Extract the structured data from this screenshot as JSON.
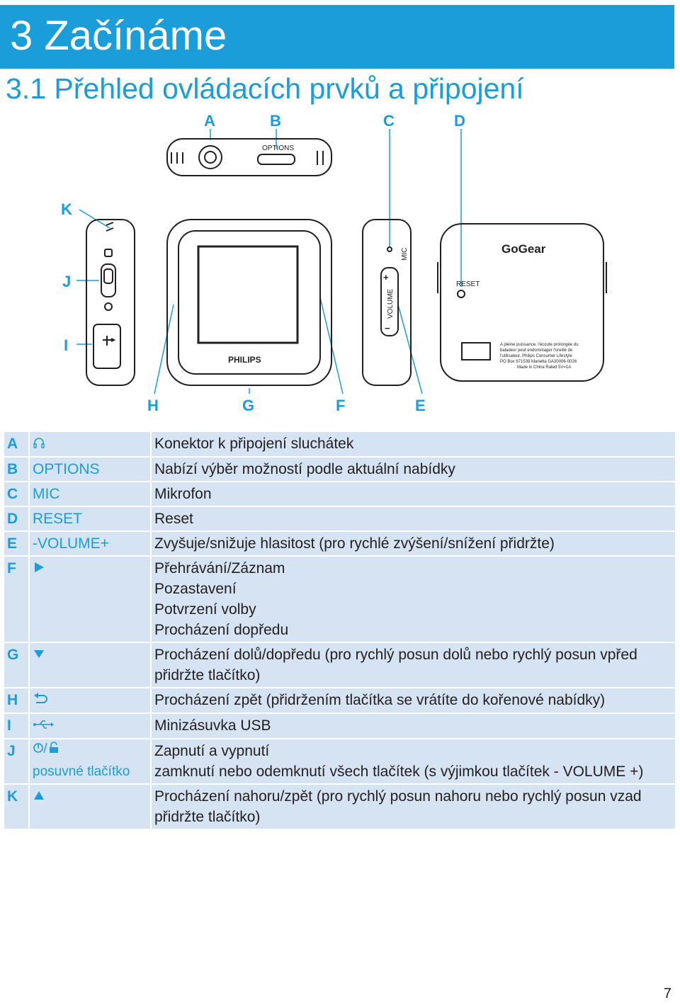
{
  "chapter": {
    "title": "3  Začínáme"
  },
  "section": {
    "title": "3.1  Přehled ovládacích prvků a připojení"
  },
  "figure": {
    "callouts": [
      "A",
      "B",
      "C",
      "D",
      "K",
      "J",
      "I",
      "H",
      "G",
      "F",
      "E"
    ],
    "labels": {
      "options": "OPTIONS",
      "mic": "MIC",
      "volume": "VOLUME",
      "reset": "RESET",
      "brand": "PHILIPS",
      "logo": "GoGear"
    },
    "back_text": [
      "A pleine puissance, l'écoute prolongée du",
      "baladeur peut endommager l'oreille de",
      "l'utilisateur.  Philips Consumer Lifestyle",
      "PO Box 671539 Marietta GA30006-0026",
      "Made in China Rated 5V=1A"
    ]
  },
  "controls": [
    {
      "letter": "A",
      "icon": "headphones-icon",
      "label": "",
      "desc": [
        "Konektor k připojení sluchátek"
      ]
    },
    {
      "letter": "B",
      "icon": "",
      "label": "OPTIONS",
      "desc": [
        "Nabízí výběr možností podle aktuální nabídky"
      ]
    },
    {
      "letter": "C",
      "icon": "",
      "label": "MIC",
      "desc": [
        "Mikrofon"
      ]
    },
    {
      "letter": "D",
      "icon": "",
      "label": "RESET",
      "desc": [
        "Reset"
      ]
    },
    {
      "letter": "E",
      "icon": "",
      "label": "-VOLUME+",
      "desc": [
        "Zvyšuje/snižuje hlasitost (pro rychlé zvýšení/snížení přidržte)"
      ]
    },
    {
      "letter": "F",
      "icon": "play-right-icon",
      "label": "",
      "desc": [
        "Přehrávání/Záznam",
        "Pozastavení",
        "Potvrzení volby",
        "Procházení dopředu"
      ]
    },
    {
      "letter": "G",
      "icon": "arrow-down-icon",
      "label": "",
      "desc": [
        "Procházení dolů/dopředu (pro rychlý posun dolů nebo rychlý posun vpřed",
        "přidržte tlačítko)"
      ]
    },
    {
      "letter": "H",
      "icon": "back-arrow-icon",
      "label": "",
      "desc": [
        "Procházení zpět (přidržením tlačítka se vrátíte do kořenové nabídky)"
      ]
    },
    {
      "letter": "I",
      "icon": "usb-icon",
      "label": "",
      "desc": [
        "Minizásuvka USB"
      ]
    },
    {
      "letter": "J",
      "icon": "power-lock-icon",
      "label": "posuvné tlačítko",
      "desc": [
        "Zapnutí a vypnutí",
        "zamknutí nebo odemknutí všech tlačítek (s výjimkou tlačítek - VOLUME +)"
      ]
    },
    {
      "letter": "K",
      "icon": "arrow-up-icon",
      "label": "",
      "desc": [
        "Procházení nahoru/zpět (pro rychlý posun nahoru nebo rychlý posun vzad",
        "přidržte tlačítko)"
      ]
    }
  ],
  "page": {
    "number": "7"
  },
  "colors": {
    "accent": "#1a9dd9",
    "table_bg": "#d6e3f2"
  }
}
